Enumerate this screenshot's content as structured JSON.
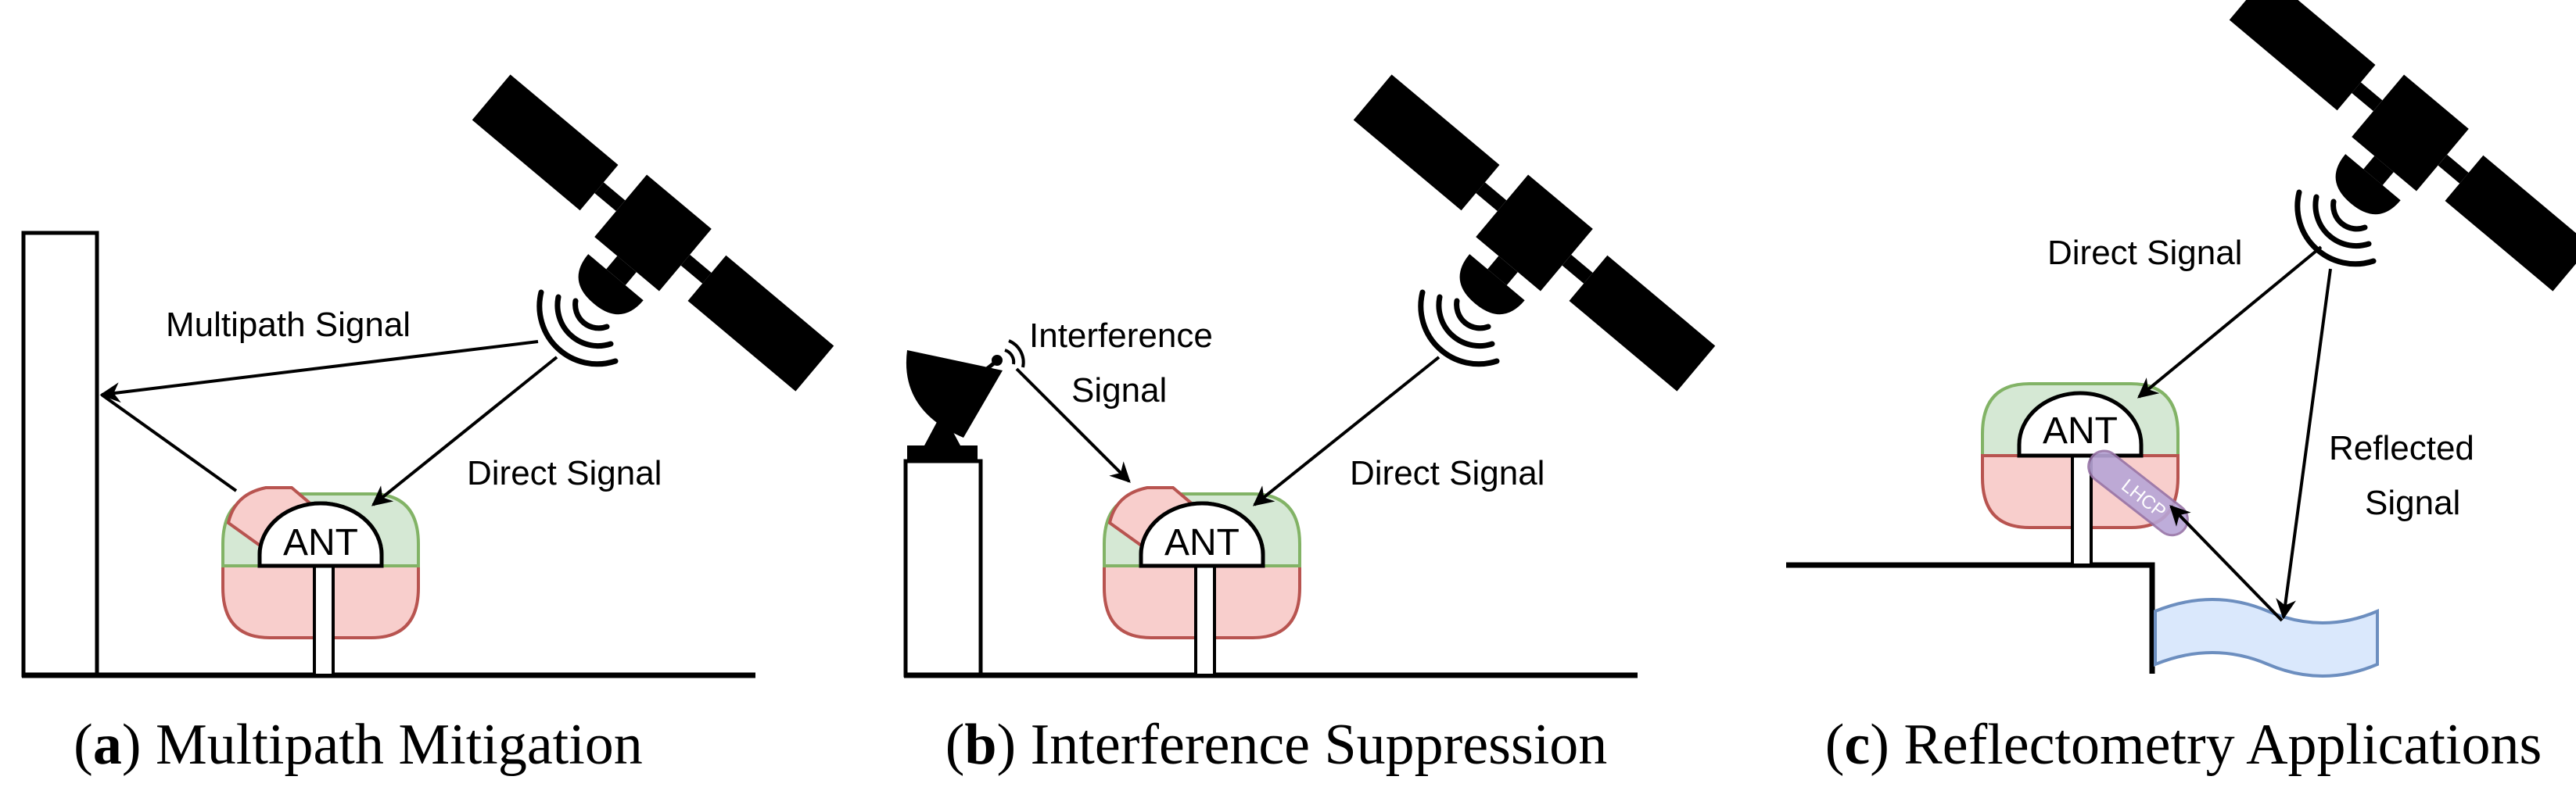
{
  "panels": {
    "a": {
      "multipath_label": "Multipath Signal",
      "direct_label": "Direct Signal",
      "ant_label": "ANT",
      "caption_letter": "a",
      "caption_text": "Multipath Mitigation"
    },
    "b": {
      "interference_line1": "Interference",
      "interference_line2": "Signal",
      "direct_label": "Direct Signal",
      "ant_label": "ANT",
      "caption_letter": "b",
      "caption_text": "Interference Suppression"
    },
    "c": {
      "direct_label": "Direct Signal",
      "reflected_line1": "Reflected",
      "reflected_line2": "Signal",
      "ant_label": "ANT",
      "lhcp_label": "LHCP",
      "caption_letter": "c",
      "caption_text": "Reflectometry Applications"
    }
  },
  "colors": {
    "green_fill": "#d5e8d4",
    "green_stroke": "#82b366",
    "red_fill": "#f8cecc",
    "red_stroke": "#b85450",
    "water_fill": "#dae8fc",
    "water_stroke": "#6c8ebf",
    "lhcp_fill": "#b7a5d6"
  }
}
